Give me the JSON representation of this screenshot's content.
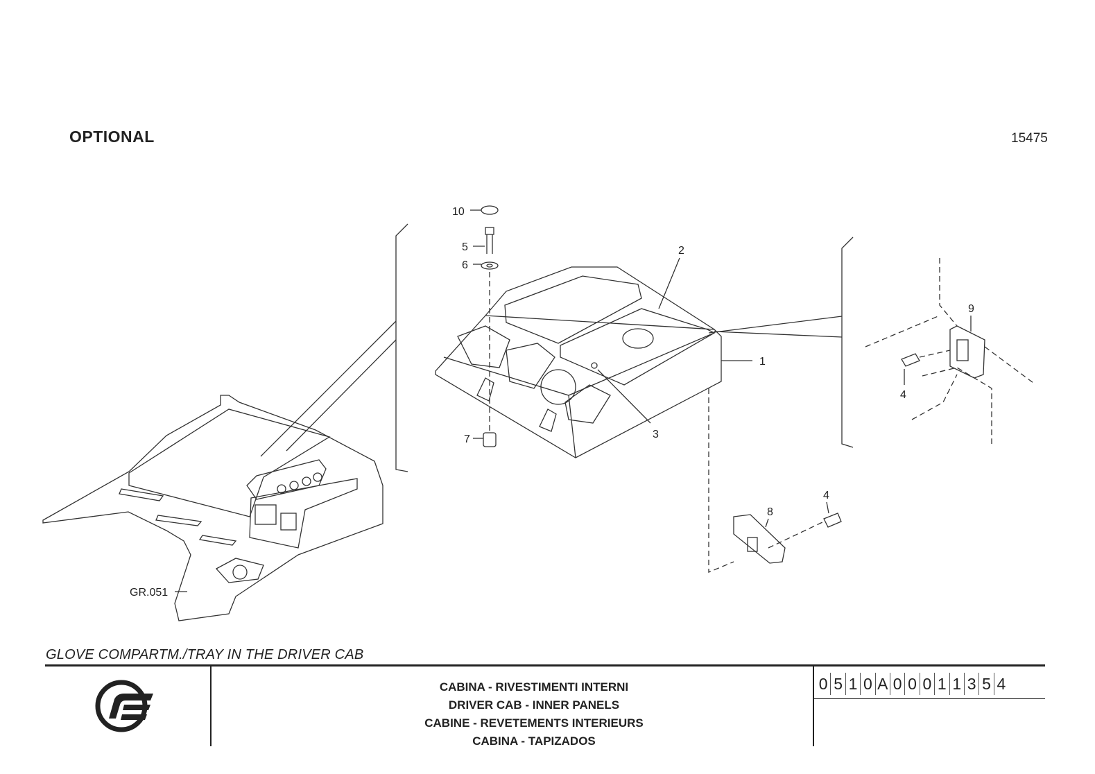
{
  "header": {
    "optional_label": "OPTIONAL",
    "sheet_number": "15475"
  },
  "callouts": {
    "c1": "1",
    "c2": "2",
    "c3": "3",
    "c4a": "4",
    "c4b": "4",
    "c5": "5",
    "c6": "6",
    "c7": "7",
    "c8": "8",
    "c9": "9",
    "c10": "10",
    "ref_group": "GR.051"
  },
  "caption": "GLOVE COMPARTM./TRAY IN THE DRIVER CAB",
  "title_block": {
    "titles": [
      "CABINA - RIVESTIMENTI INTERNI",
      "DRIVER CAB - INNER PANELS",
      "CABINE - REVETEMENTS INTERIEURS",
      "CABINA - TAPIZADOS"
    ],
    "code": [
      "0",
      "5",
      "1",
      "0",
      "A",
      "0",
      "0",
      "0",
      "1",
      "1",
      "3",
      "5",
      "4"
    ]
  },
  "colors": {
    "ink": "#222222",
    "background": "#ffffff"
  },
  "icons": {
    "logo": "brand-logo-icon"
  }
}
